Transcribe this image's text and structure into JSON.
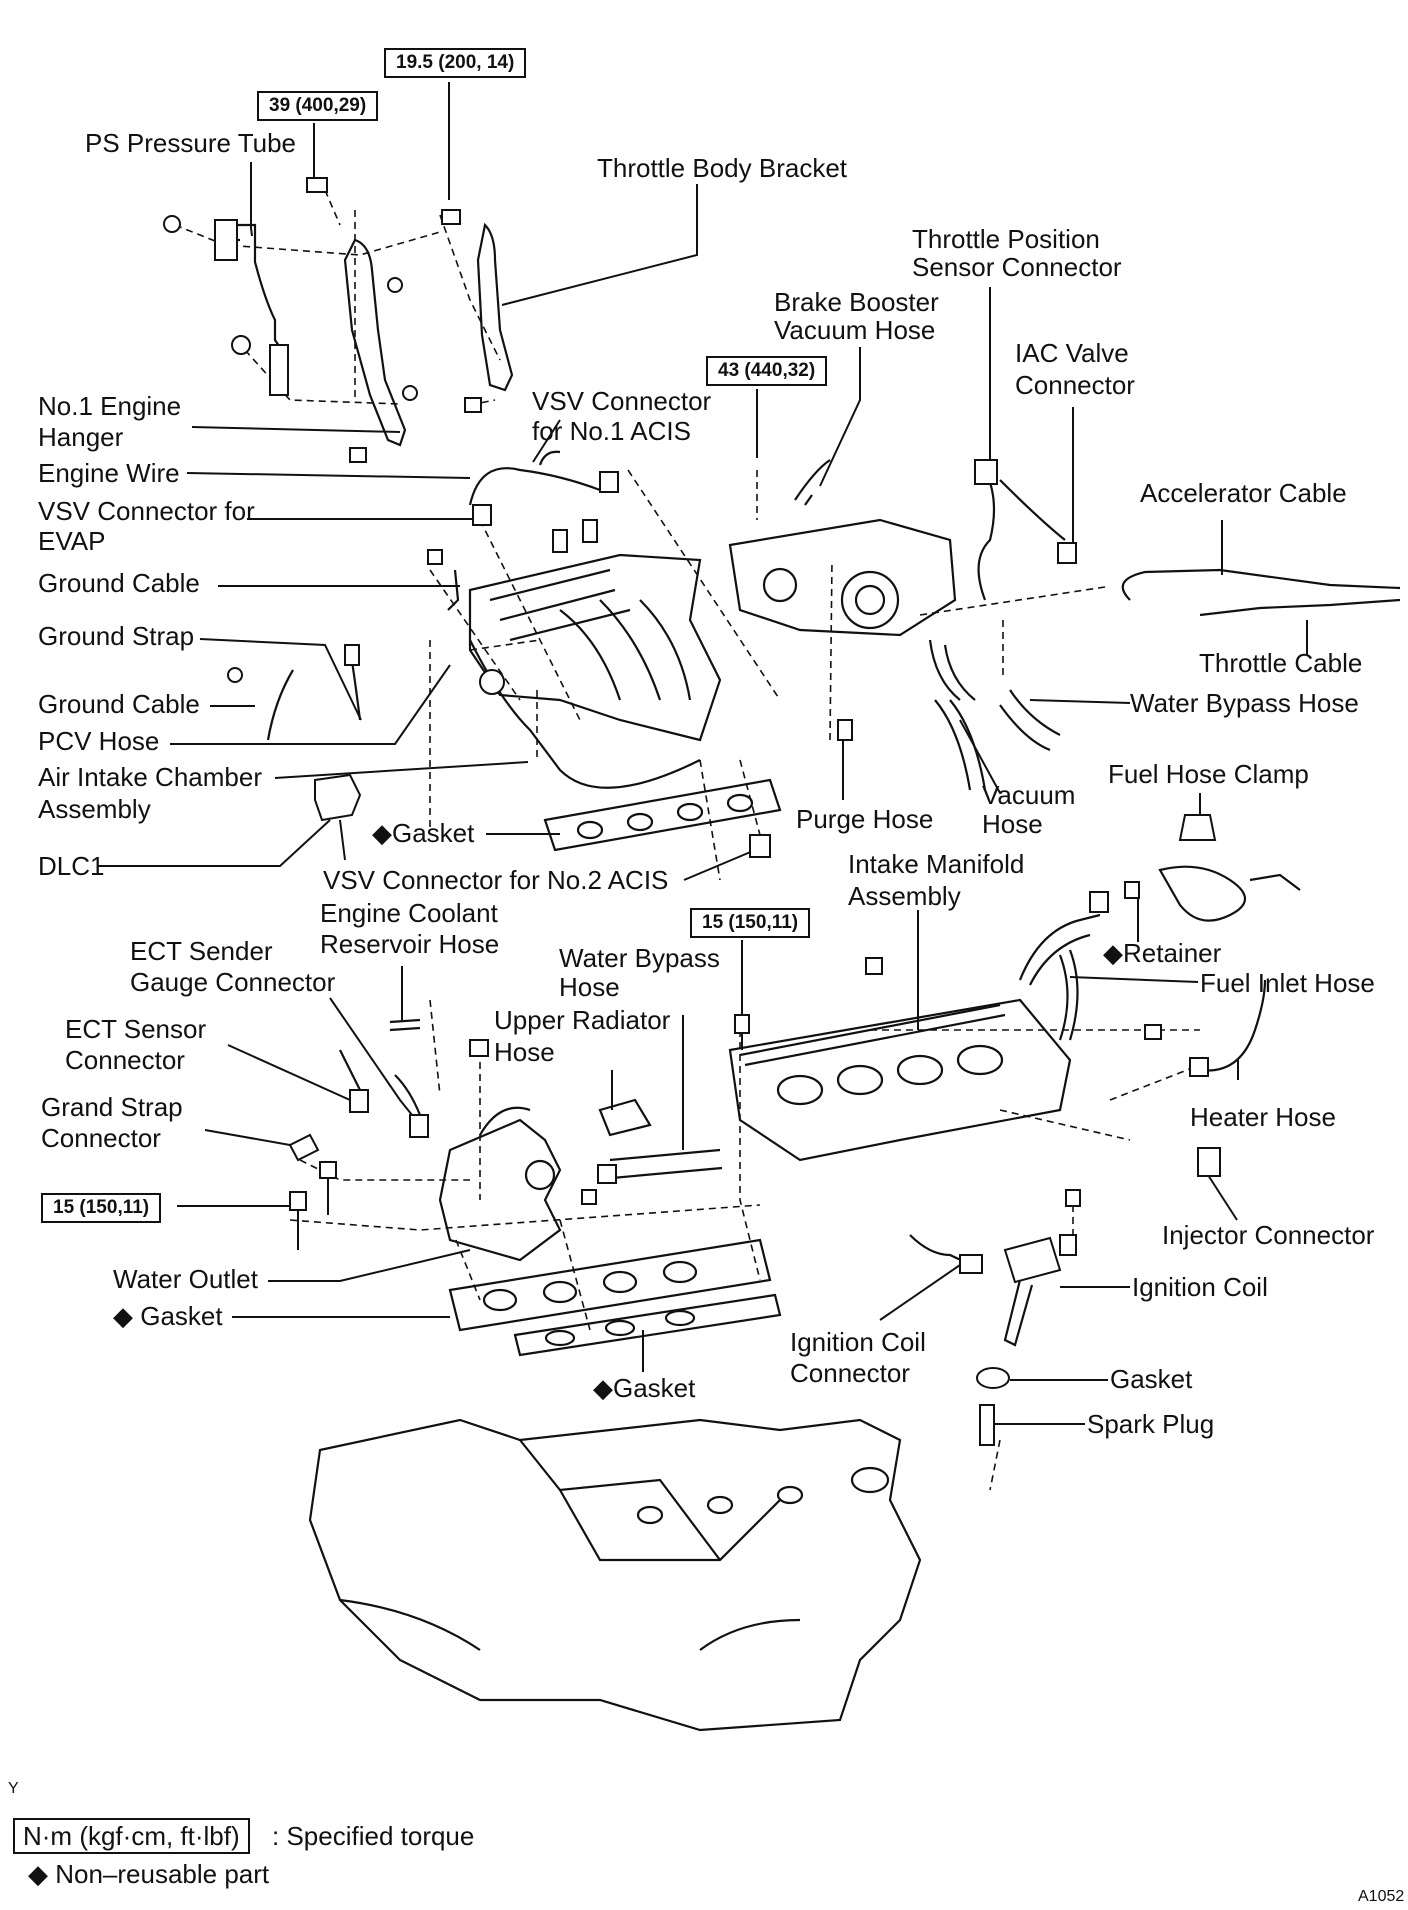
{
  "labels": {
    "ps_pressure_tube": "PS Pressure Tube",
    "throttle_body_bracket": "Throttle Body Bracket",
    "throttle_position_sensor_connector": "Throttle Position\nSensor Connector",
    "brake_booster_vacuum_hose": "Brake Booster\nVacuum Hose",
    "iac_valve_connector": "IAC Valve\nConnector",
    "no1_engine_hanger": "No.1 Engine\nHanger",
    "vsv_connector_no1_acis": "VSV Connector\nfor No.1 ACIS",
    "engine_wire": "Engine Wire",
    "vsv_connector_evap": "VSV Connector for\nEVAP",
    "accelerator_cable": "Accelerator Cable",
    "ground_cable_1": "Ground Cable",
    "ground_strap": "Ground Strap",
    "throttle_cable": "Throttle Cable",
    "ground_cable_2": "Ground Cable",
    "water_bypass_hose_1": "Water Bypass Hose",
    "pcv_hose": "PCV Hose",
    "air_intake_chamber_assembly": "Air Intake Chamber\nAssembly",
    "vacuum_hose": "Vacuum\nHose",
    "fuel_hose_clamp": "Fuel Hose Clamp",
    "purge_hose": "Purge Hose",
    "gasket_1": "◆Gasket",
    "dlc1": "DLC1",
    "vsv_connector_no2_acis": "VSV Connector for No.2 ACIS",
    "intake_manifold_assembly": "Intake Manifold\nAssembly",
    "engine_coolant_reservoir_hose": "Engine Coolant\nReservoir Hose",
    "ect_sender_gauge_connector": "ECT Sender\nGauge Connector",
    "water_bypass_hose_2": "Water Bypass\nHose",
    "retainer": "◆Retainer",
    "fuel_inlet_hose": "Fuel Inlet Hose",
    "ect_sensor_connector": "ECT Sensor\nConnector",
    "upper_radiator_hose": "Upper Radiator\nHose",
    "grand_strap_connector": "Grand Strap\nConnector",
    "heater_hose": "Heater Hose",
    "injector_connector": "Injector Connector",
    "water_outlet": "Water Outlet",
    "ignition_coil": "Ignition Coil",
    "gasket_2": "◆ Gasket",
    "ignition_coil_connector": "Ignition Coil\nConnector",
    "gasket_3": "Gasket",
    "gasket_4": "◆Gasket",
    "spark_plug": "Spark Plug"
  },
  "torque_specs": {
    "t1": "19.5 (200, 14)",
    "t2": "39 (400,29)",
    "t3": "43 (440,32)",
    "t4": "15 (150,11)",
    "t5": "15 (150,11)"
  },
  "legend": {
    "marker": "Y",
    "torque_box": "N·m (kgf·cm, ft·lbf)",
    "torque_text": ": Specified torque",
    "nonreusable": "◆ Non–reusable part",
    "figure_code": "A1052"
  }
}
